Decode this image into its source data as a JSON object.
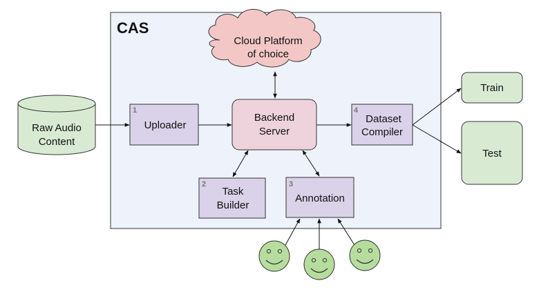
{
  "system": {
    "title": "CAS"
  },
  "cloud": {
    "line1": "Cloud Platform",
    "line2": "of choice"
  },
  "source": {
    "line1": "Raw Audio",
    "line2": "Content"
  },
  "components": {
    "uploader": {
      "number": "1",
      "label": "Uploader"
    },
    "backend": {
      "line1": "Backend",
      "line2": "Server"
    },
    "task_builder": {
      "number": "2",
      "line1": "Task",
      "line2": "Builder"
    },
    "annotation": {
      "number": "3",
      "label": "Annotation"
    },
    "dataset_compiler": {
      "number": "4",
      "line1": "Dataset",
      "line2": "Compiler"
    }
  },
  "outputs": {
    "train": "Train",
    "test": "Test"
  },
  "colors": {
    "cas_fill": "#eef3fb",
    "cloud_fill": "#f4c7c7",
    "backend_fill": "#eed3dc",
    "module_fill": "#d9d2e9",
    "green_fill": "#d9ead3",
    "face_fill": "#b6dd9e"
  }
}
